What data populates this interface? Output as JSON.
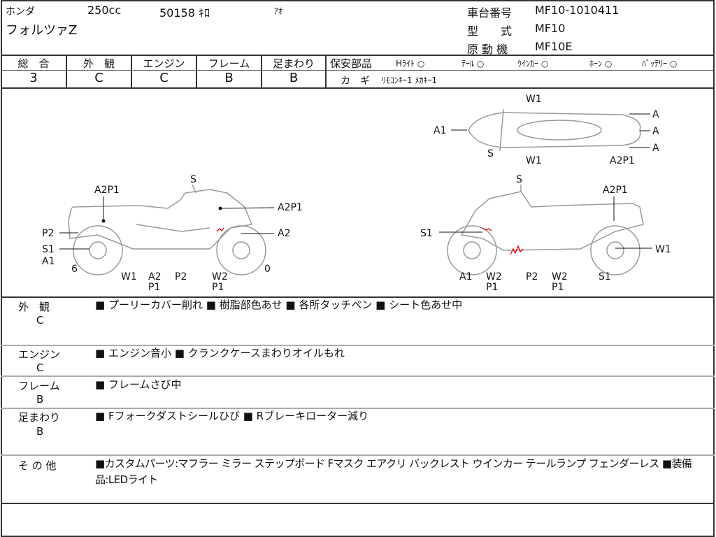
{
  "header": {
    "maker": "ホンダ",
    "displacement": "250cc",
    "mileage": "50158 ｷﾛ",
    "color": "ｱｵ",
    "model_name": "フォルツァZ",
    "frame_no_label": "車台番号",
    "frame_no": "MF10-1010411",
    "type_label": "型　　式",
    "type": "MF10",
    "engine_label": "原 動 機",
    "engine": "MF10E"
  },
  "grades": [
    {
      "label": "総　合",
      "value": "3"
    },
    {
      "label": "外　観",
      "value": "C"
    },
    {
      "label": "エンジン",
      "value": "C"
    },
    {
      "label": "フレーム",
      "value": "B"
    },
    {
      "label": "足まわり",
      "value": "B"
    }
  ],
  "safety": {
    "label": "保安部品",
    "items": [
      {
        "name": "Hﾗｲﾄ",
        "value": "○"
      },
      {
        "name": "ﾃｰﾙ",
        "value": "○"
      },
      {
        "name": "ｳｲﾝｶｰ",
        "value": "○"
      },
      {
        "name": "ﾎｰﾝ",
        "value": "○"
      },
      {
        "name": "ﾊﾞｯﾃﾘｰ",
        "value": "○"
      }
    ]
  },
  "keys": {
    "label": "カ　ギ",
    "value": "ﾘﾓｺﾝｷｰ1 ﾒｶｷｰ1"
  },
  "diagram": {
    "labels": [
      "A2P1",
      "S",
      "A2P1",
      "P2",
      "A2",
      "S1",
      "A1",
      "6",
      "0",
      "W1",
      "A2",
      "P1",
      "P2",
      "W2",
      "P1",
      "W1",
      "A1",
      "A",
      "A",
      "A",
      "S",
      "W1",
      "A2P1",
      "S",
      "A2P1",
      "S1",
      "W1",
      "A1",
      "W2",
      "P1",
      "P2",
      "W2",
      "P1",
      "S1"
    ]
  },
  "sections": [
    {
      "title": "外　観",
      "grade": "C",
      "text": "■ プーリーカバー削れ ■ 樹脂部色あせ ■ 各所タッチペン ■ シート色あせ中"
    },
    {
      "title": "エンジン",
      "grade": "C",
      "text": "■ エンジン音小 ■ クランクケースまわりオイルもれ"
    },
    {
      "title": "フレーム",
      "grade": "B",
      "text": "■ フレームさび中"
    },
    {
      "title": "足まわり",
      "grade": "B",
      "text": "■ Fフォークダストシールひび ■ Rブレーキローター減り"
    },
    {
      "title": "そ の 他",
      "grade": "",
      "text": "■カスタムパーツ:マフラー ミラー ステップボード Fマスク エアクリ バックレスト ウインカー テールランプ フェンダーレス ■装備品:LEDライト"
    }
  ]
}
